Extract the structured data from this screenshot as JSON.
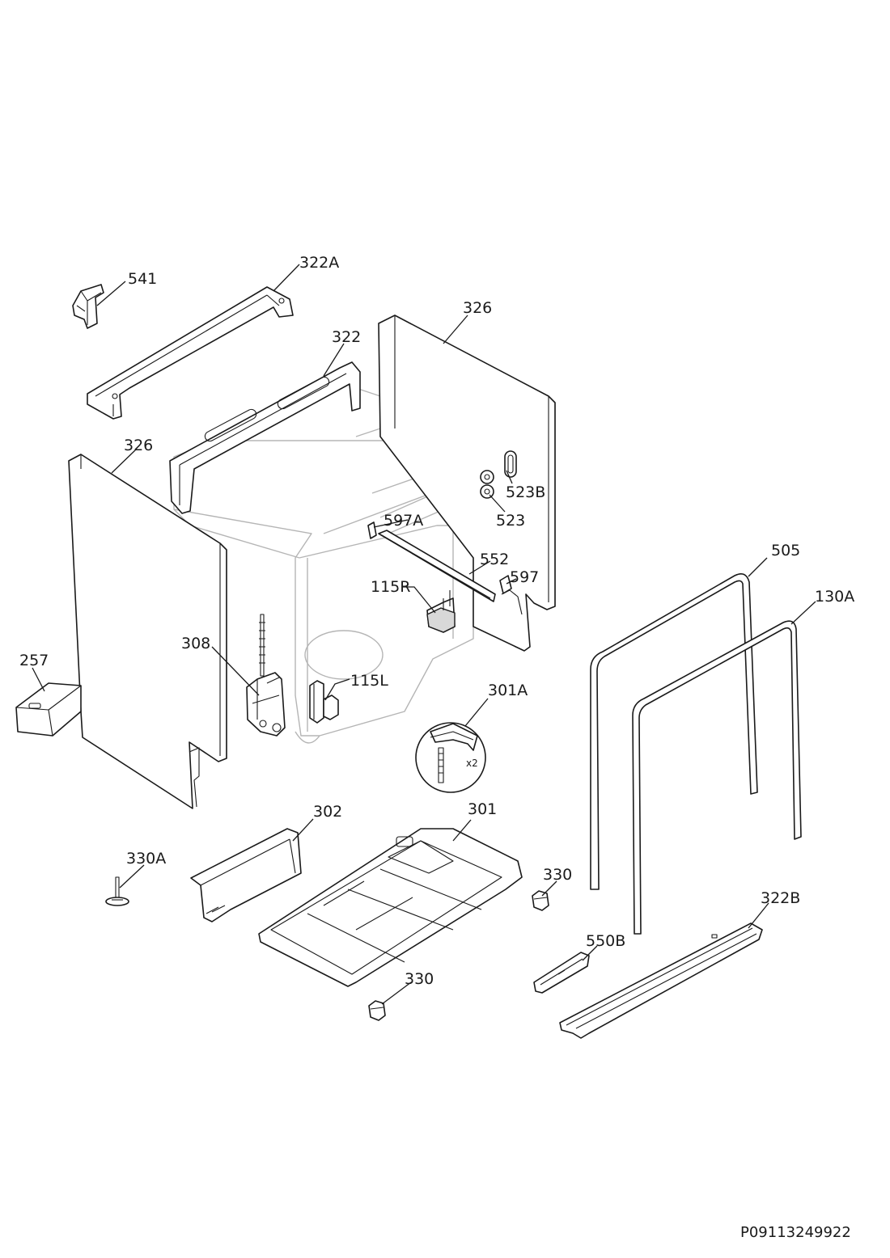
{
  "labels": {
    "l541": "541",
    "l322A": "322A",
    "l326a": "326",
    "l322": "322",
    "l326b": "326",
    "l523B": "523B",
    "l523": "523",
    "l597A": "597A",
    "l552": "552",
    "l597": "597",
    "l115R": "115R",
    "l505": "505",
    "l130A": "130A",
    "l308": "308",
    "l257": "257",
    "l115L": "115L",
    "l301A": "301A",
    "lx2": "x2",
    "l302": "302",
    "l301": "301",
    "l330A": "330A",
    "l330a": "330",
    "l322B": "322B",
    "l550B": "550B",
    "l330b": "330"
  },
  "document_code": "P09113249922"
}
